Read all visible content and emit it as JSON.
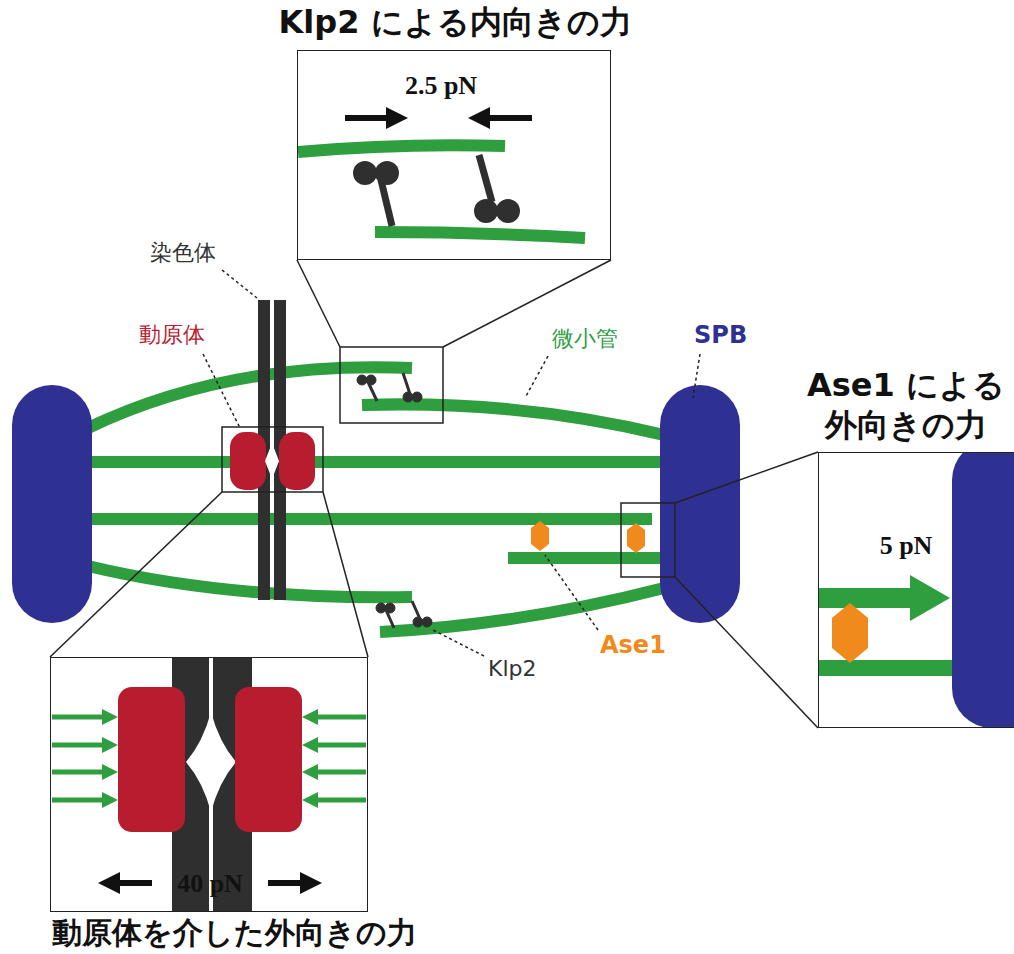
{
  "diagram": {
    "nodes": [
      {
        "text": [
          "Klp2 による内向きの力",
          "2.5 pN"
        ]
      },
      {
        "text": [
          "Ase1 による 外向きの力",
          "5 pN"
        ]
      },
      {
        "text": [
          "40 pN",
          "動原体を介した外向きの力"
        ]
      }
    ],
    "labels": [
      "染色体",
      "動原体",
      "微小管",
      "SPB",
      "Ase1",
      "Klp2"
    ]
  }
}
